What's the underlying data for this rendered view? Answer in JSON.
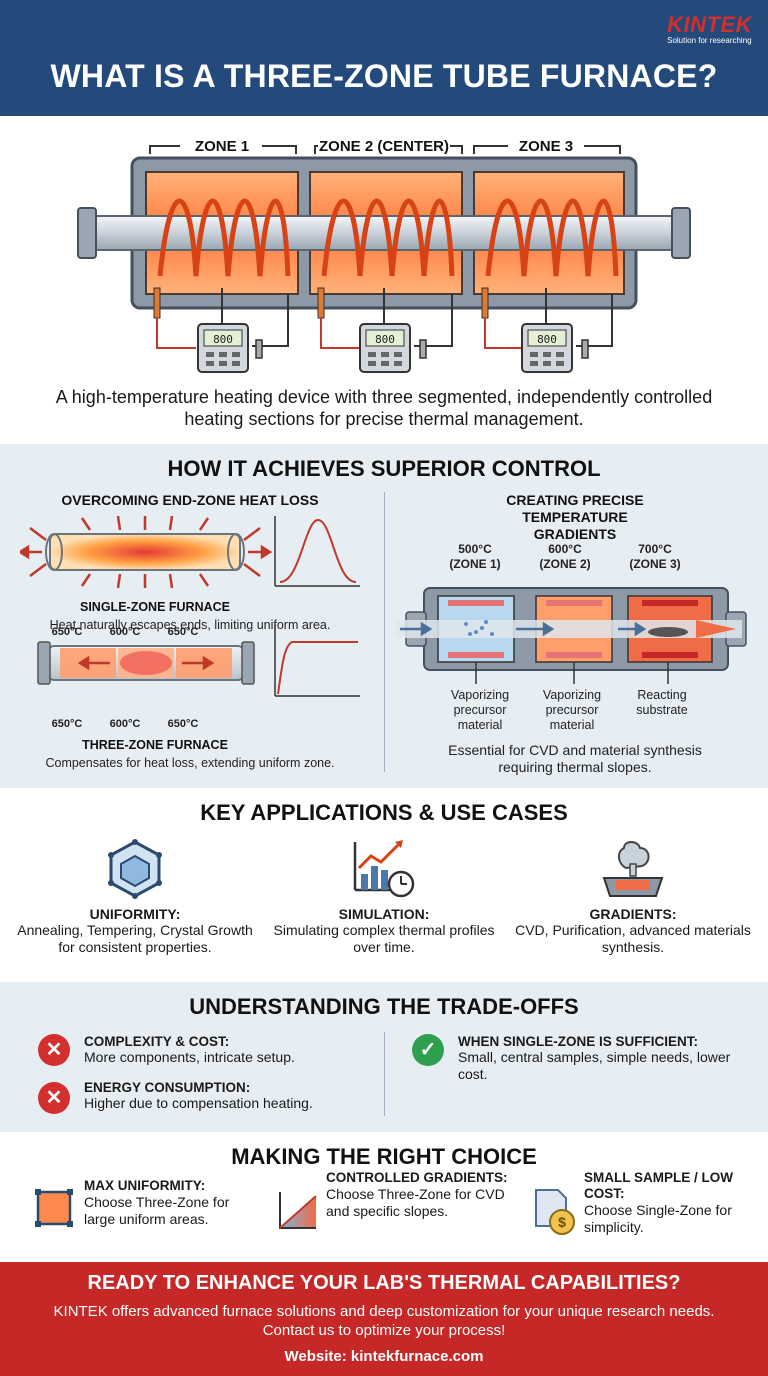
{
  "header": {
    "title": "WHAT IS A THREE-ZONE TUBE FURNACE?",
    "logo_brand": "KINTEK",
    "logo_tagline": "Solution for researching"
  },
  "hero": {
    "zone_labels": [
      "ZONE 1",
      "ZONE 2 (CENTER)",
      "ZONE 3"
    ],
    "controller_readouts": [
      "800",
      "800",
      "800"
    ],
    "description": "A high-temperature heating device with three segmented, independently controlled heating sections for precise thermal management."
  },
  "control": {
    "title": "HOW IT ACHIEVES SUPERIOR CONTROL",
    "left": {
      "title": "OVERCOMING END-ZONE HEAT LOSS",
      "single_label": "SINGLE-ZONE FURNACE",
      "single_desc": "Heat naturally escapes ends, limiting uniform area.",
      "three_temps_top": [
        "650°C",
        "600°C",
        "650°C"
      ],
      "three_temps_bottom": [
        "650°C",
        "600°C",
        "650°C"
      ],
      "three_label": "THREE-ZONE FURNACE",
      "three_desc": "Compensates for heat loss, extending uniform zone."
    },
    "right": {
      "title": "CREATING PRECISE TEMPERATURE GRADIENTS",
      "temps": [
        "500°C",
        "600°C",
        "700°C"
      ],
      "zones": [
        "(ZONE 1)",
        "(ZONE 2)",
        "(ZONE 3)"
      ],
      "captions": [
        "Vaporizing precursor material",
        "Vaporizing precursor material",
        "Reacting substrate"
      ],
      "desc": "Essential for CVD and material synthesis requiring thermal slopes."
    }
  },
  "applications": {
    "title": "KEY APPLICATIONS & USE CASES",
    "items": [
      {
        "heading": "UNIFORMITY:",
        "text": "Annealing, Tempering, Crystal Growth for consistent properties.",
        "icon": "crystal-cube-icon"
      },
      {
        "heading": "SIMULATION:",
        "text": "Simulating complex thermal profiles over time.",
        "icon": "chart-clock-icon"
      },
      {
        "heading": "GRADIENTS:",
        "text": "CVD, Purification, advanced materials synthesis.",
        "icon": "vapor-deposition-icon"
      }
    ]
  },
  "tradeoffs": {
    "title": "UNDERSTANDING THE TRADE-OFFS",
    "cons": [
      {
        "heading": "COMPLEXITY & COST:",
        "text": "More components, intricate setup."
      },
      {
        "heading": "ENERGY CONSUMPTION:",
        "text": "Higher due to compensation heating."
      }
    ],
    "pro": {
      "heading": "WHEN SINGLE-ZONE IS SUFFICIENT:",
      "text": "Small, central samples, simple needs, lower cost."
    },
    "colors": {
      "con": "#d32f2f",
      "pro": "#2e9e4f"
    }
  },
  "choice": {
    "title": "MAKING THE RIGHT CHOICE",
    "items": [
      {
        "heading": "MAX UNIFORMITY:",
        "text": "Choose Three-Zone for large uniform areas."
      },
      {
        "heading": "CONTROLLED GRADIENTS:",
        "text": "Choose Three-Zone for CVD and specific slopes."
      },
      {
        "heading": "SMALL SAMPLE / LOW COST:",
        "text": "Choose Single-Zone for simplicity."
      }
    ]
  },
  "cta": {
    "title": "READY TO ENHANCE YOUR LAB'S THERMAL CAPABILITIES?",
    "text": "KINTEK offers advanced furnace solutions and deep customization for your unique research needs. Contact us to optimize your process!",
    "website": "Website: kintekfurnace.com"
  }
}
